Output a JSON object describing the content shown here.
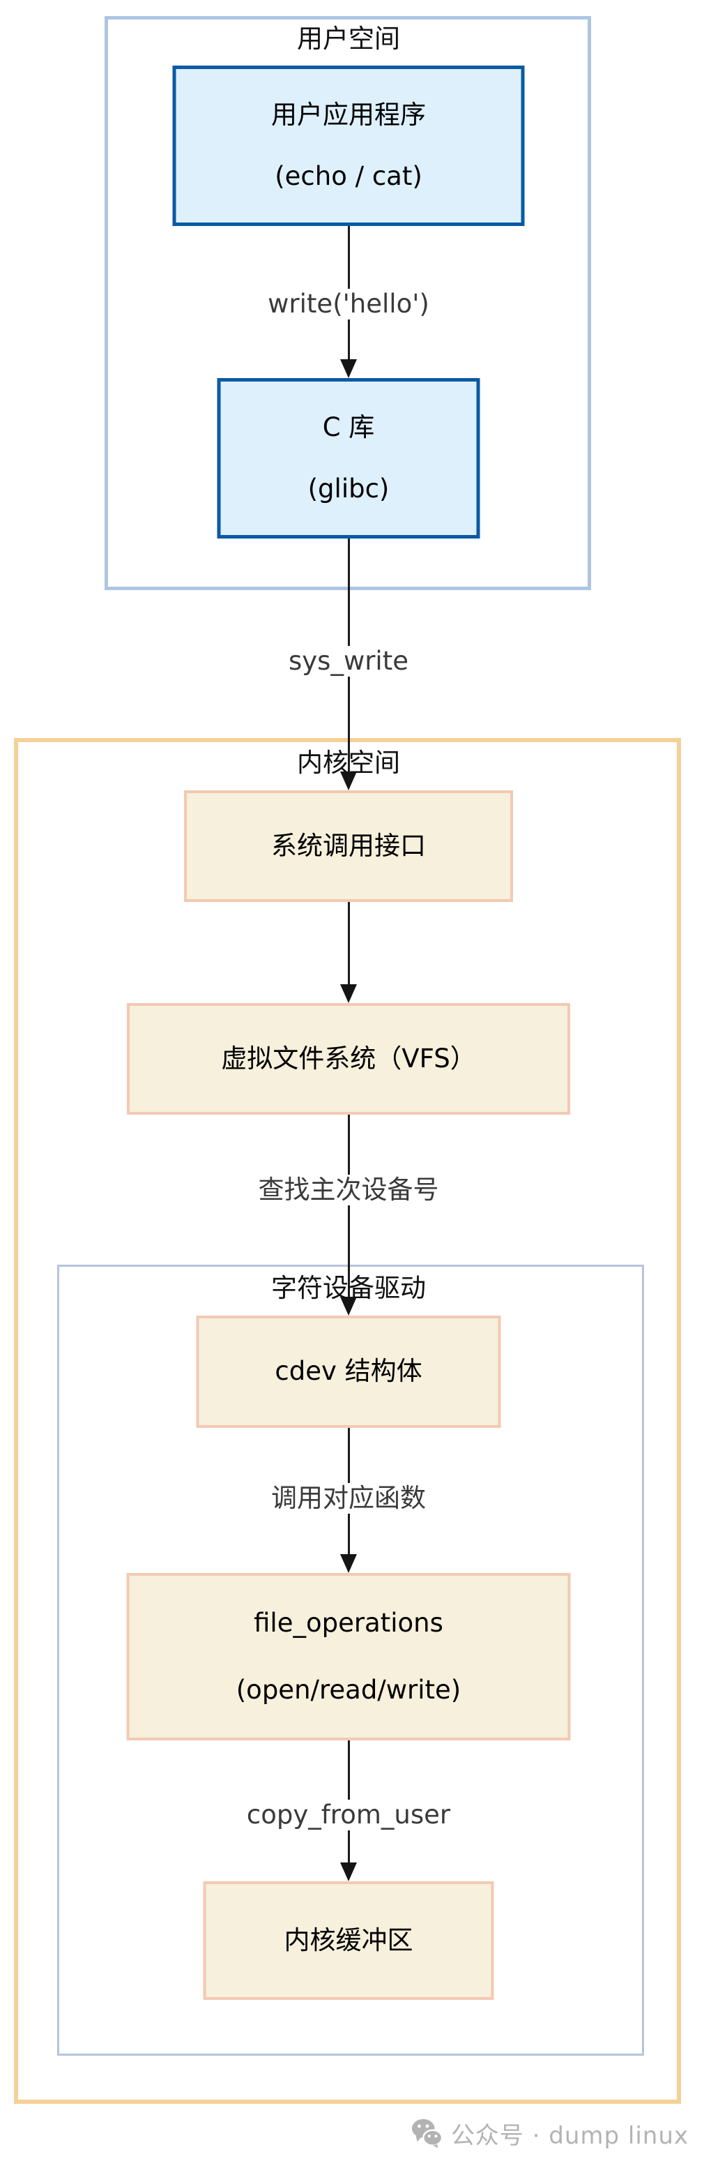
{
  "user_space": {
    "title": "用户空间",
    "app_box": {
      "line1": "用户应用程序",
      "line2": "(echo / cat)"
    },
    "app_to_clib_label": "write('hello')",
    "clib_box": {
      "line1": "C 库",
      "line2": "(glibc)"
    }
  },
  "transition_label": "sys_write",
  "kernel_space": {
    "title": "内核空间",
    "syscall_box": "系统调用接口",
    "vfs_box": "虚拟文件系统（VFS）",
    "vfs_to_driver_label": "查找主次设备号",
    "char_driver": {
      "title": "字符设备驱动",
      "cdev_box": "cdev 结构体",
      "cdev_to_fops_label": "调用对应函数",
      "fops_box": {
        "line1": "file_operations",
        "line2": "(open/read/write)"
      },
      "fops_to_buffer_label": "copy_from_user",
      "buffer_box": "内核缓冲区"
    }
  },
  "watermark": {
    "icon": "wechat-icon",
    "text": "公众号 · dump linux"
  },
  "colors": {
    "user_panel_border": "#aec6e2",
    "kernel_panel_border": "#f5d097",
    "chardev_panel_border": "#b6c5dd",
    "blue_box_border": "#0a5aa5",
    "blue_box_fill": "#def0fb",
    "cream_box_border": "#f3c9b3",
    "cream_box_fill": "#f6f0dc",
    "arrow": "#1a1a1a",
    "label_text": "#3a3a3a",
    "watermark_gray": "#b3b3b3"
  }
}
